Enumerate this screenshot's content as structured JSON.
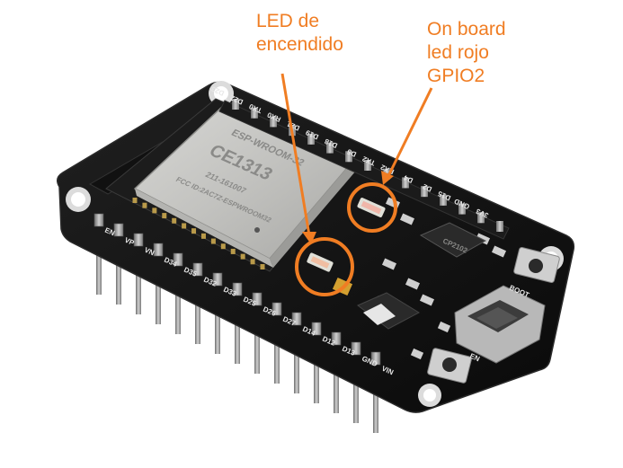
{
  "annotations": {
    "power_led": {
      "lines": [
        "LED de",
        "encendido"
      ]
    },
    "onboard_led": {
      "lines": [
        "On board",
        "led rojo",
        "GPIO2"
      ]
    }
  },
  "colors": {
    "annotation": "#f07d23",
    "board": "#141414",
    "pins": "#8f8f8f",
    "shield": "#c9c9c6",
    "led": "#d8d8d0"
  },
  "board": {
    "module": {
      "line1": "ESP-WROOM-32",
      "line2": "CE1313",
      "line3": "211-161007",
      "line4": "FCC ID:2AC7Z-ESPWROOM32"
    },
    "usb_chip": "CP2102",
    "buttons": {
      "boot": "BOOT",
      "en": "EN"
    },
    "top_header_labels": [
      "D23",
      "D22",
      "TX0",
      "RX0",
      "D21",
      "D19",
      "D18",
      "D5",
      "TX2",
      "RX2",
      "D4",
      "D2",
      "D15",
      "GND",
      "3V3"
    ],
    "bottom_header_labels": [
      "EN",
      "VP",
      "VN",
      "D34",
      "D35",
      "D32",
      "D33",
      "D25",
      "D26",
      "D27",
      "D14",
      "D12",
      "D13",
      "GND",
      "VIN"
    ]
  }
}
